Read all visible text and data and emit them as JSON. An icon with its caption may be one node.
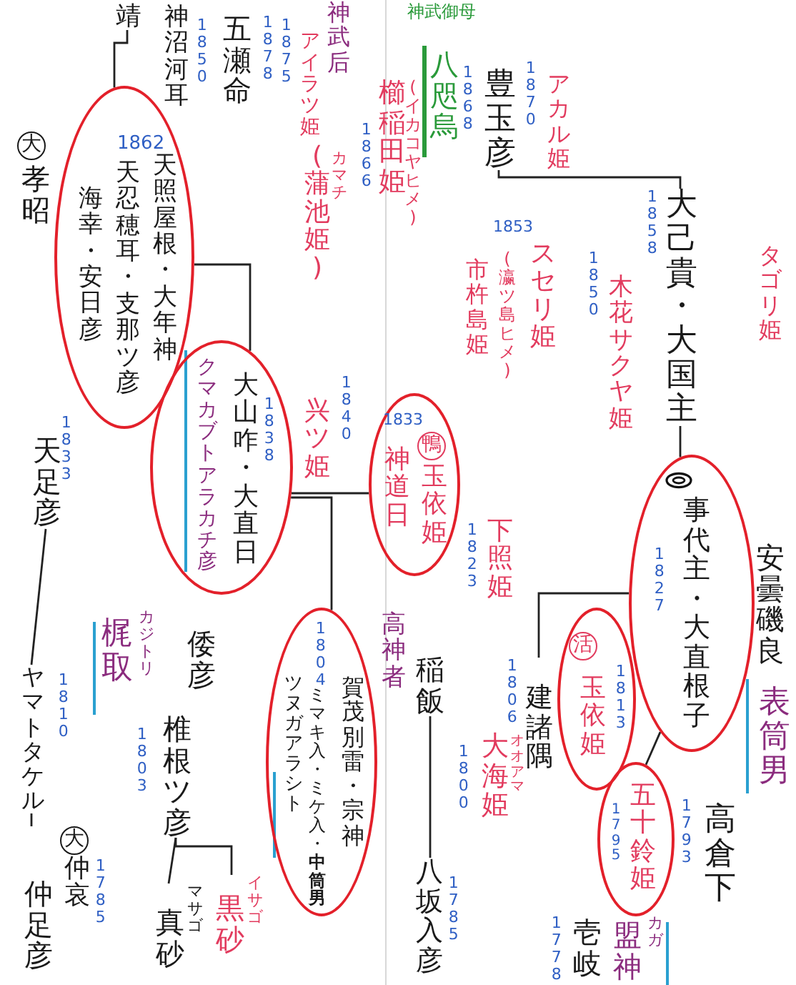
{
  "diagram": {
    "nodes": [
      {
        "text": [
          "靖"
        ]
      },
      {
        "text": [
          "神沼河耳"
        ]
      },
      {
        "text": [
          "五瀬命"
        ],
        "beside": [
          "1850"
        ]
      },
      {
        "text": [
          "大",
          "孝昭"
        ]
      },
      {
        "text": [
          "1862",
          "海幸・安日彦",
          "天忍穂耳・支那ツ彦",
          "天照屋根・大年神"
        ]
      },
      {
        "text": [
          "クマカブトアラカチ彦",
          "大山咋・大直日",
          "1838"
        ]
      },
      {
        "text": [
          "天足彦"
        ],
        "beside": [
          "1833"
        ]
      },
      {
        "text": [
          "1833",
          "鴨",
          "玉依姫",
          "神道日"
        ]
      },
      {
        "text": [
          "下照姫"
        ],
        "beside": [
          "1823"
        ]
      },
      {
        "text": [
          "木花サクヤ姫"
        ],
        "beside": [
          "1850"
        ]
      },
      {
        "text": [
          "大己貴・大国主"
        ],
        "beside": [
          "1858"
        ]
      },
      {
        "text": [
          "1827",
          "事代主・大直根子"
        ]
      },
      {
        "text": [
          "活",
          "玉依姫",
          "1813"
        ]
      },
      {
        "text": [
          "1795",
          "五十鈴姫"
        ]
      },
      {
        "text": [
          "高倉下"
        ],
        "beside": [
          "1793"
        ]
      },
      {
        "text": [
          "安曇磯良",
          "表筒男"
        ]
      },
      {
        "text": [
          "建諸隅"
        ],
        "beside": [
          "1806"
        ]
      },
      {
        "text": [
          "大海姫",
          "オオアマ"
        ],
        "beside": [
          "1800"
        ]
      },
      {
        "text": [
          "稲飯"
        ]
      },
      {
        "text": [
          "1804",
          "賀茂別雷・宗神",
          "ミマキ入・ミケ入・**中筒男**",
          "ツヌガアラシト"
        ]
      },
      {
        "text": [
          "倭彦"
        ]
      },
      {
        "text": [
          "椎根ツ彦"
        ],
        "beside": [
          "1803"
        ]
      },
      {
        "text": [
          "梶取",
          "カジトリ"
        ]
      },
      {
        "text": [
          "ヤマトタケル"
        ],
        "beside": [
          "1810"
        ]
      },
      {
        "text": [
          "大",
          "仲哀",
          "仲足彦"
        ],
        "beside": [
          "1785"
        ]
      },
      {
        "text": [
          "真砂",
          "マサゴ"
        ]
      },
      {
        "text": [
          "黒砂",
          "イサゴ"
        ]
      },
      {
        "text": [
          "八坂入彦"
        ],
        "beside": [
          "1785"
        ]
      },
      {
        "text": [
          "壱岐"
        ],
        "beside": [
          "1778"
        ]
      },
      {
        "text": [
          "盟神",
          "カガ"
        ]
      },
      {
        "text": [
          "八咫烏"
        ]
      },
      {
        "text": [
          "豊玉彦"
        ],
        "beside": [
          "1868"
        ]
      },
      {
        "text": [
          "アカル姫"
        ],
        "beside": [
          "1870"
        ]
      },
      {
        "text": [
          "市杵島姫"
        ]
      },
      {
        "text": [
          "(瀛ツ島ヒメ)"
        ]
      },
      {
        "text": [
          "スセリ姫"
        ],
        "beside": [
          "1853"
        ]
      },
      {
        "text": [
          "櫛稲田姫",
          "(イカコヤヒメ)"
        ]
      },
      {
        "text": [
          "(蒲池姫)",
          "カマチ"
        ],
        "beside": [
          "1866"
        ]
      },
      {
        "text": [
          "アイラツ姫"
        ],
        "beside": [
          "1878",
          "1875"
        ]
      },
      {
        "text": [
          "兴ツ姫"
        ],
        "beside": [
          "1840"
        ]
      },
      {
        "text": [
          "タゴリ姫"
        ]
      }
    ],
    "edges": [
      {
        "from": 0,
        "to": 4,
        "arrow": "none"
      },
      {
        "from": 4,
        "to": 5,
        "arrow": "none"
      },
      {
        "from": 5,
        "to": 7,
        "arrow": "none"
      },
      {
        "from": 5,
        "to": 19,
        "arrow": "none"
      },
      {
        "from": 31,
        "to": 10,
        "arrow": "none"
      },
      {
        "from": 10,
        "to": 11,
        "arrow": "none"
      },
      {
        "from": 11,
        "to": 16,
        "arrow": "none"
      },
      {
        "from": 11,
        "to": 13,
        "arrow": "none"
      },
      {
        "from": 18,
        "to": 27,
        "arrow": "none"
      },
      {
        "from": 21,
        "to": 25,
        "arrow": "none"
      },
      {
        "from": 21,
        "to": 26,
        "arrow": "none"
      },
      {
        "from": 6,
        "to": 23,
        "arrow": "none"
      },
      {
        "from": 23,
        "to": 24,
        "arrow": "none"
      }
    ],
    "labels": [
      "神武后",
      "神武御母",
      "高神者"
    ]
  }
}
